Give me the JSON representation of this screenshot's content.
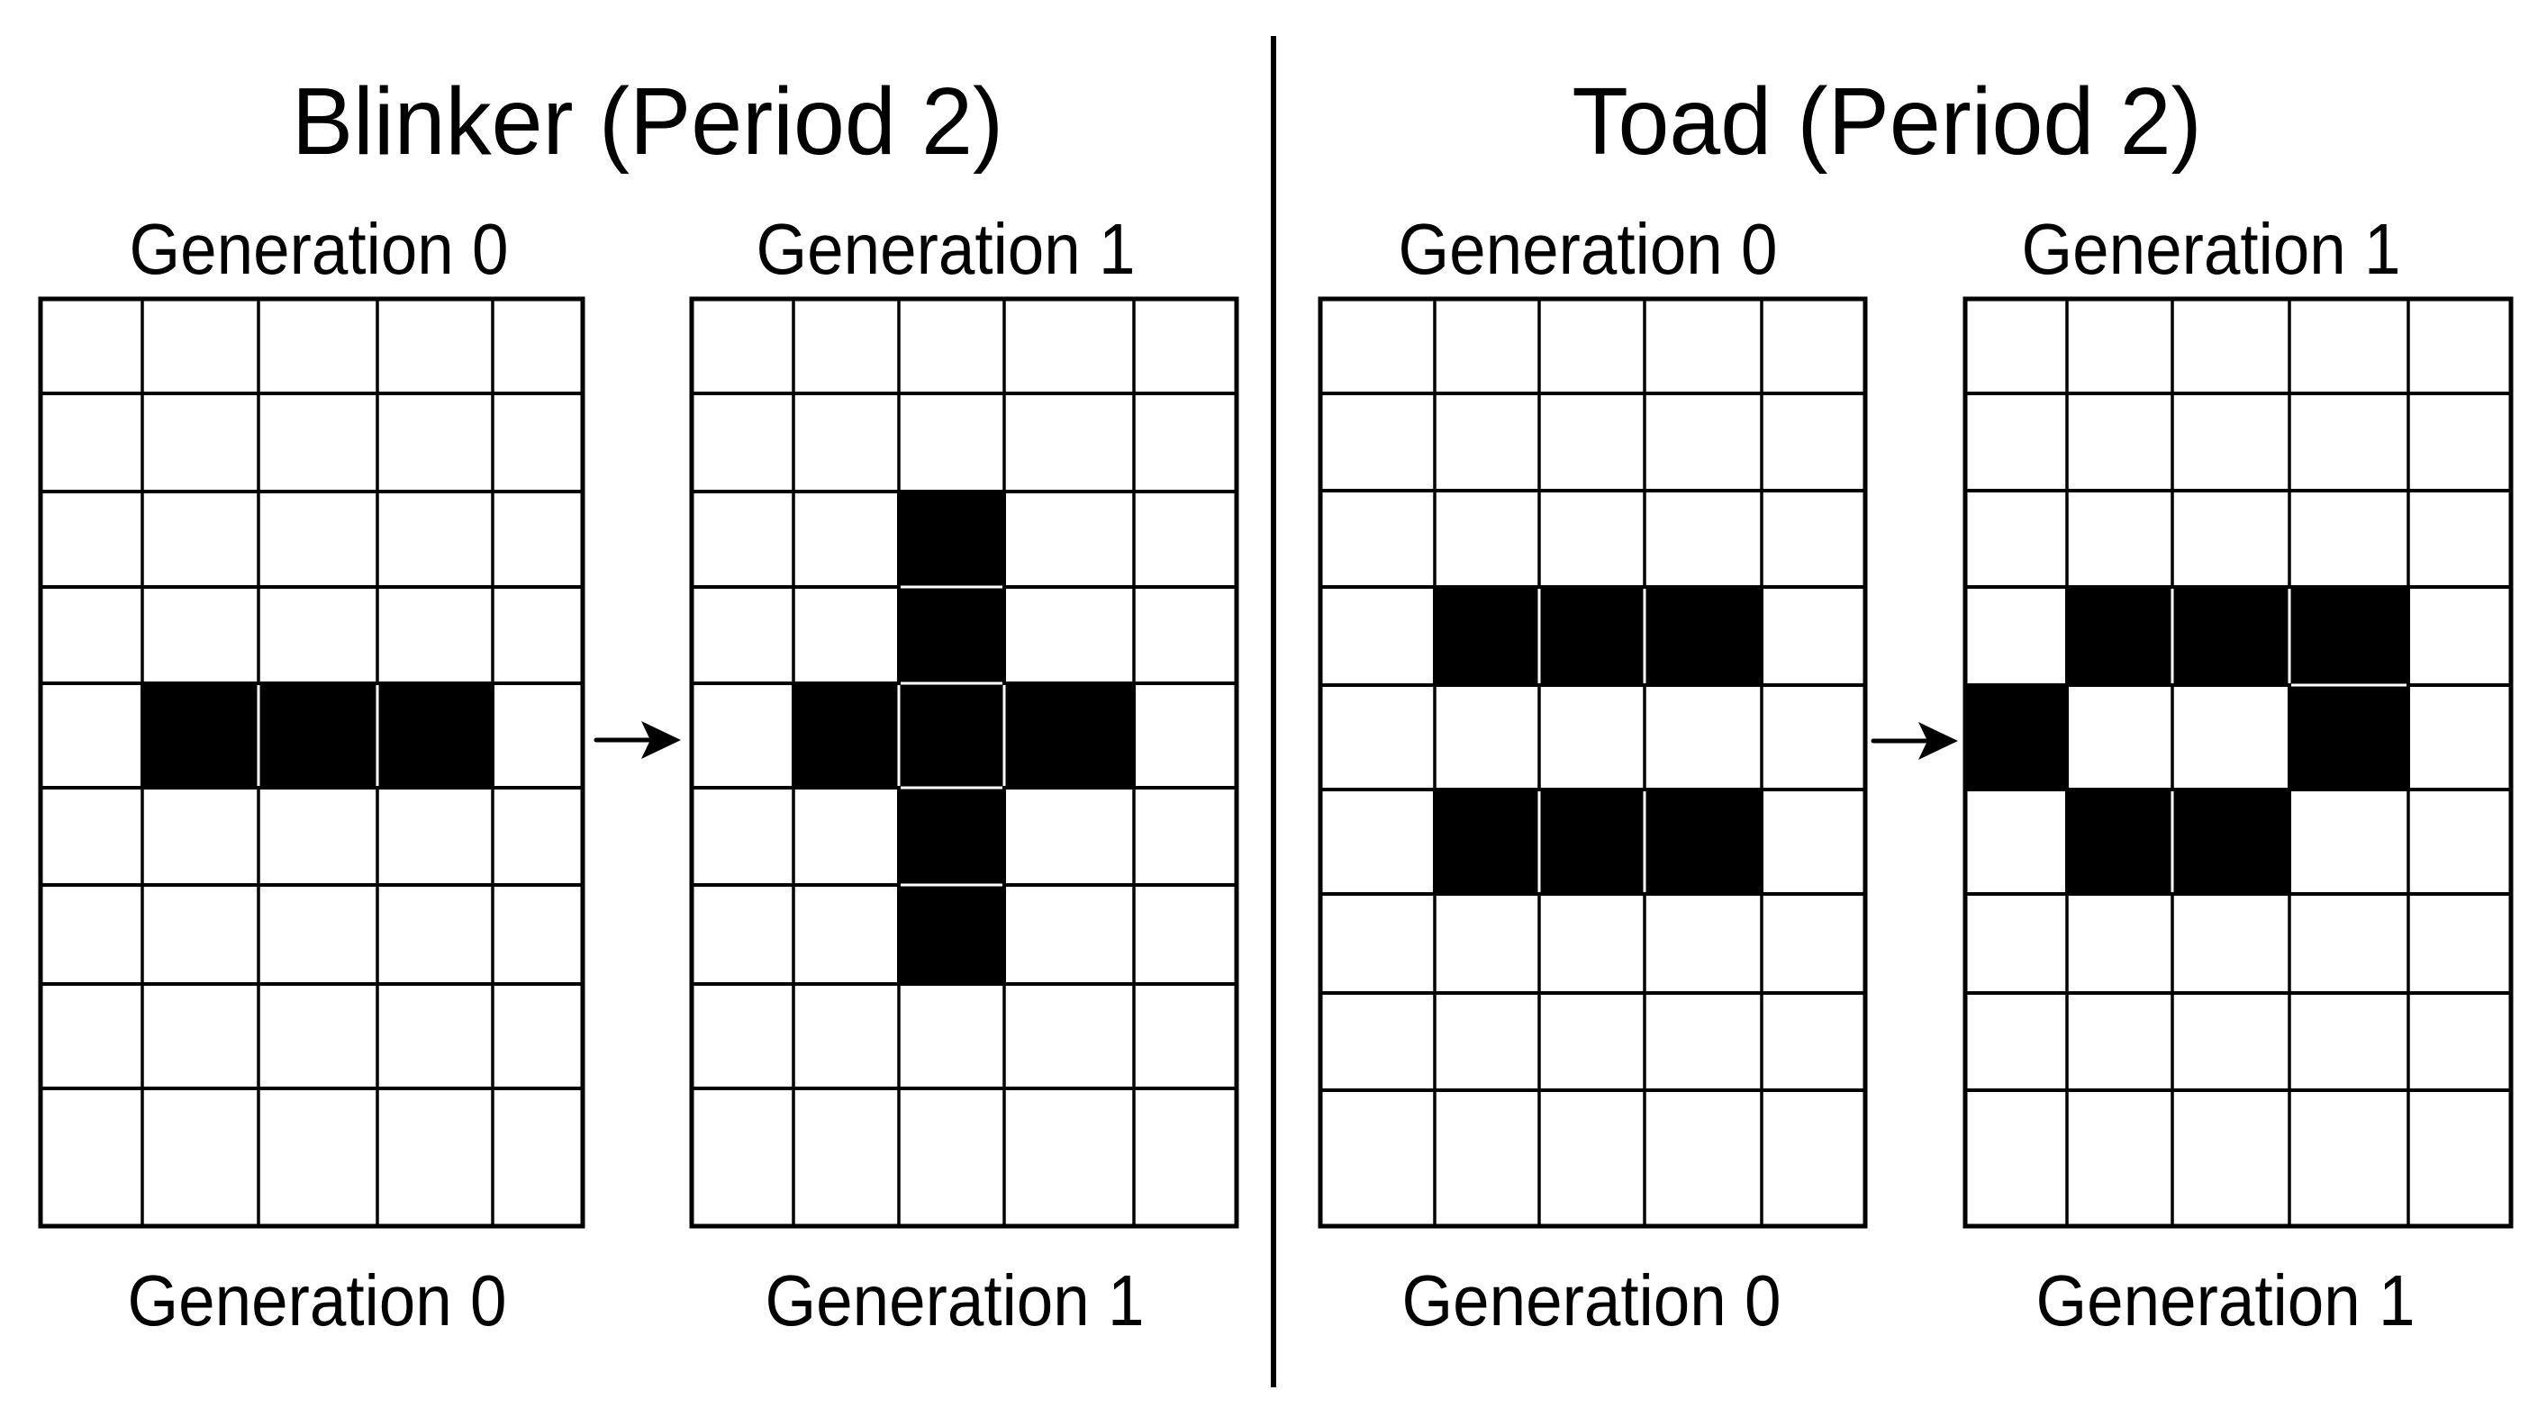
{
  "colors": {
    "background": "#ffffff",
    "ink": "#000000",
    "live_cell": "#000000",
    "dead_cell": "#ffffff",
    "cell_separator": "#ffffff"
  },
  "panels": [
    {
      "title": "Blinker (Period 2)",
      "pattern": "Blinker",
      "period": 2,
      "generations": [
        {
          "top_label": "Generation 0",
          "bottom_label": "Generation 0",
          "rows": 9,
          "cols": 5,
          "live_cells": [
            [
              4,
              1
            ],
            [
              4,
              2
            ],
            [
              4,
              3
            ]
          ]
        },
        {
          "top_label": "Generation 1",
          "bottom_label": "Generation 1",
          "rows": 9,
          "cols": 5,
          "live_cells": [
            [
              2,
              2
            ],
            [
              3,
              2
            ],
            [
              4,
              1
            ],
            [
              4,
              2
            ],
            [
              4,
              3
            ],
            [
              5,
              2
            ],
            [
              6,
              2
            ]
          ]
        }
      ],
      "arrow_icon": "right-arrow-icon"
    },
    {
      "title": "Toad (Period 2)",
      "pattern": "Toad",
      "period": 2,
      "generations": [
        {
          "top_label": "Generation 0",
          "bottom_label": "Generation 0",
          "rows": 9,
          "cols": 5,
          "live_cells": [
            [
              3,
              1
            ],
            [
              3,
              2
            ],
            [
              3,
              3
            ],
            [
              5,
              1
            ],
            [
              5,
              2
            ],
            [
              5,
              3
            ]
          ]
        },
        {
          "top_label": "Generation 1",
          "bottom_label": "Generation 1",
          "rows": 9,
          "cols": 5,
          "live_cells": [
            [
              3,
              1
            ],
            [
              3,
              2
            ],
            [
              3,
              3
            ],
            [
              4,
              0
            ],
            [
              4,
              3
            ],
            [
              5,
              1
            ],
            [
              5,
              2
            ]
          ]
        }
      ],
      "arrow_icon": "right-arrow-icon"
    }
  ]
}
